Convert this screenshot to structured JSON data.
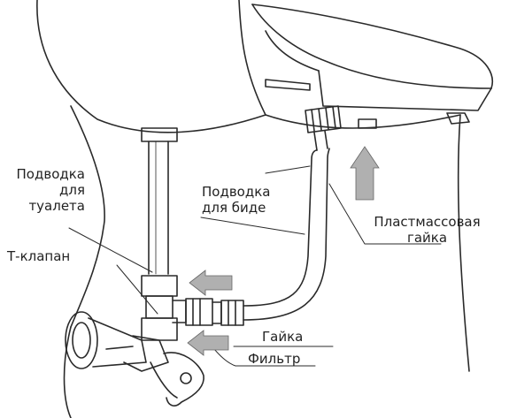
{
  "labels": {
    "toilet_supply": [
      "Подводка",
      "для",
      "туалета"
    ],
    "bidet_supply": [
      "Подводка",
      "для биде"
    ],
    "plastic_nut": [
      "Пластмассовая",
      "гайка"
    ],
    "t_valve": "Т-клапан",
    "nut": "Гайка",
    "filter": "Фильтр"
  },
  "colors": {
    "line": "#2a2a2a",
    "arrow_fill": "#b0b0b0",
    "text": "#222222"
  }
}
